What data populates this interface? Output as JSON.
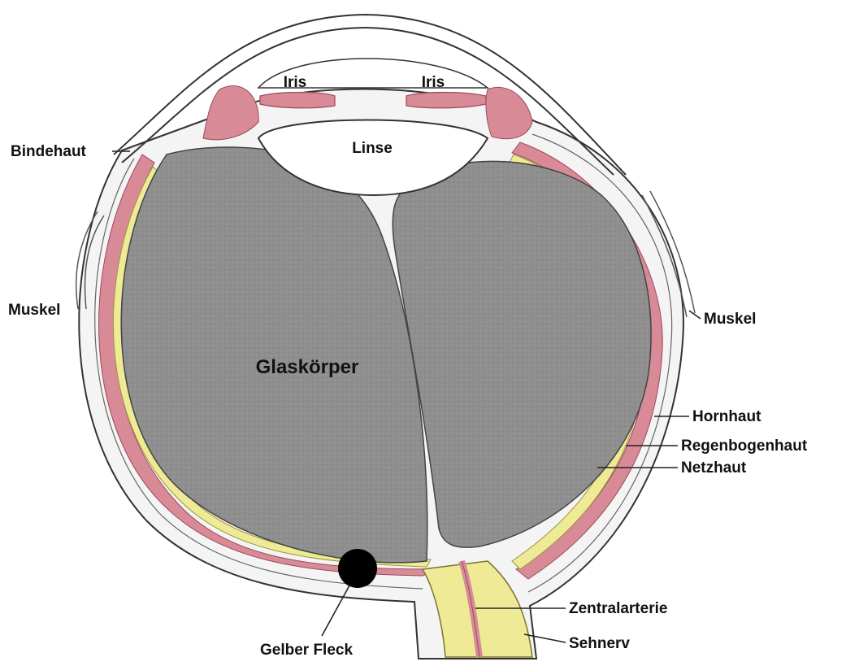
{
  "labels": {
    "iris_left": "Iris",
    "iris_right": "Iris",
    "linse": "Linse",
    "bindehaut": "Bindehaut",
    "muskel_left": "Muskel",
    "muskel_right": "Muskel",
    "glaskoerper": "Glaskörper",
    "hornhaut": "Hornhaut",
    "regenbogenhaut": "Regenbogenhaut",
    "netzhaut": "Netzhaut",
    "zentralarterie": "Zentralarterie",
    "sehnerv": "Sehnerv",
    "gelber_fleck": "Gelber Fleck"
  },
  "colors": {
    "vitreous": "#8f8f8f",
    "choroid": "#d98a97",
    "retina": "#eeea95",
    "sclera": "#f4f4f4",
    "outline": "#333333",
    "marker": "#000000"
  }
}
